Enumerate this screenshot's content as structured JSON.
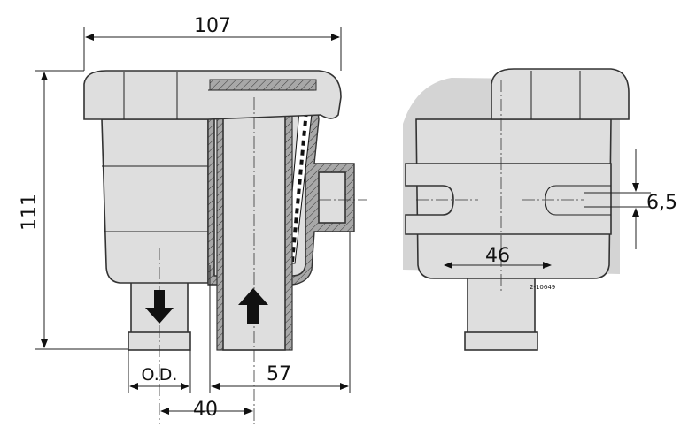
{
  "title": "Water strainer dimension drawing",
  "dimensions": {
    "overall_width": "107",
    "overall_height": "111",
    "outlet_diameter": "O.D.",
    "pipe_spacing": "40",
    "inlet_offset": "57",
    "mount_hole_spacing": "46",
    "slot_height": "6,5"
  },
  "drawing_number": "2-10649",
  "colors": {
    "body": "#dedede",
    "section": "#9a9a9a",
    "line": "#222222"
  }
}
